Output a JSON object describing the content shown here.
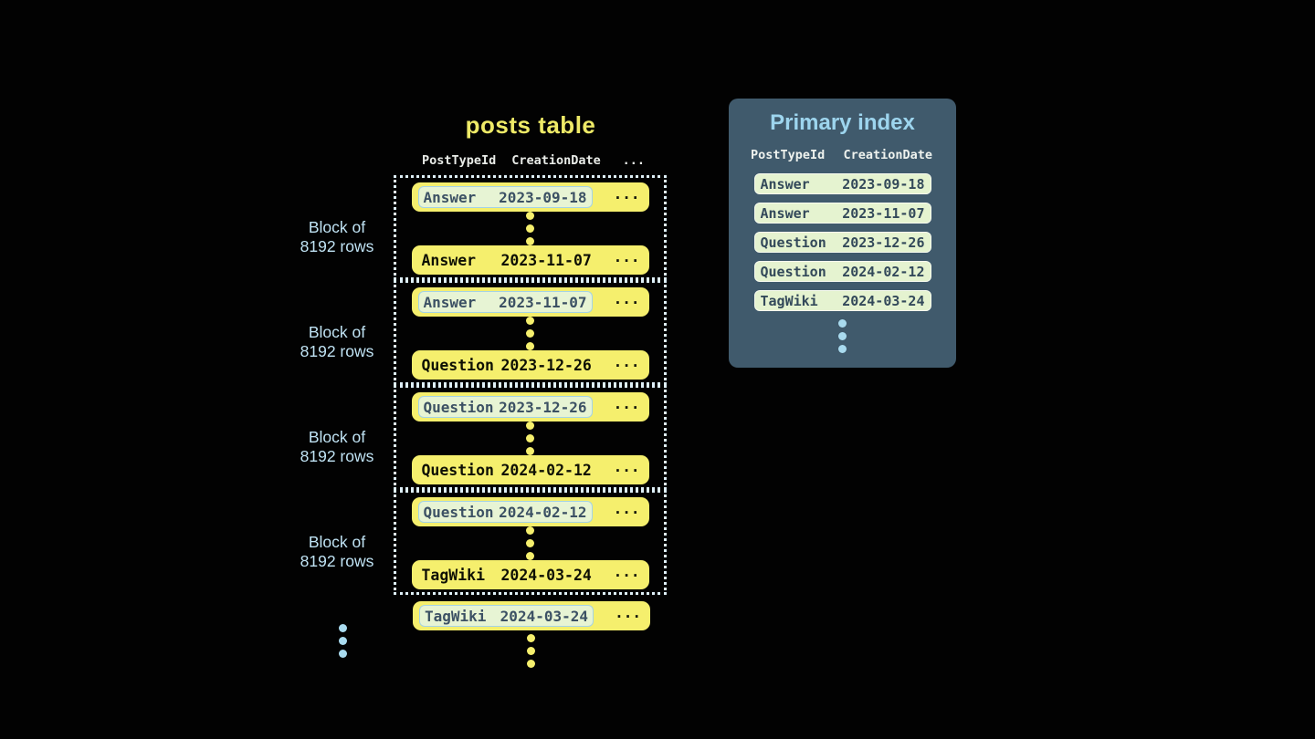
{
  "left_table": {
    "title": "posts table",
    "columns": [
      "PostTypeId",
      "CreationDate",
      "..."
    ],
    "ellipsis": "...",
    "block_label": {
      "line1": "Block of",
      "line2": "8192 rows"
    },
    "blocks": [
      {
        "first": {
          "type": "Answer",
          "date": "2023-09-18"
        },
        "last": {
          "type": "Answer",
          "date": "2023-11-07"
        }
      },
      {
        "first": {
          "type": "Answer",
          "date": "2023-11-07"
        },
        "last": {
          "type": "Question",
          "date": "2023-12-26"
        }
      },
      {
        "first": {
          "type": "Question",
          "date": "2023-12-26"
        },
        "last": {
          "type": "Question",
          "date": "2024-02-12"
        }
      },
      {
        "first": {
          "type": "Question",
          "date": "2024-02-12"
        },
        "last": {
          "type": "TagWiki",
          "date": "2024-03-24"
        }
      }
    ],
    "trailing_row": {
      "type": "TagWiki",
      "date": "2024-03-24"
    }
  },
  "primary_index": {
    "title": "Primary index",
    "columns": [
      "PostTypeId",
      "CreationDate"
    ],
    "rows": [
      {
        "type": "Answer",
        "date": "2023-09-18"
      },
      {
        "type": "Answer",
        "date": "2023-11-07"
      },
      {
        "type": "Question",
        "date": "2023-12-26"
      },
      {
        "type": "Question",
        "date": "2024-02-12"
      },
      {
        "type": "TagWiki",
        "date": "2024-03-24"
      }
    ]
  },
  "colors": {
    "background": "#020202",
    "row_yellow": "#f5ef6d",
    "title_yellow": "#eeea67",
    "highlight_fill": "#e7f4d4",
    "highlight_border": "#a4d3e6",
    "panel_background": "#405a6c",
    "panel_title_blue": "#9dd5ee",
    "label_blue": "#c0e3f4",
    "dot_blue": "#a9dbef",
    "block_border": "#dff0f8",
    "index_row_fill": "#e5f3d0",
    "dark_text": "#33495a"
  }
}
